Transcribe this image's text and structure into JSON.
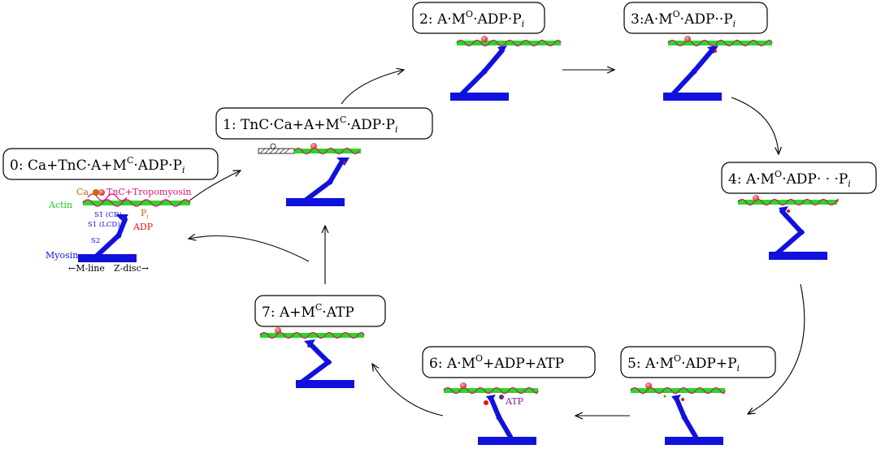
{
  "diagram": {
    "states": [
      {
        "id": "0",
        "label": "0: Ca+TnC·A+M^C·ADP·P_i"
      },
      {
        "id": "1",
        "label": "1: TnC·Ca+A+M^C·ADP·P_i"
      },
      {
        "id": "2",
        "label": "2: A·M^O·ADP·P_i"
      },
      {
        "id": "3",
        "label": "3:A·M^O·ADP··P_i"
      },
      {
        "id": "4",
        "label": "4: A·M^O·ADP· · ·P_i"
      },
      {
        "id": "5",
        "label": "5: A·M^O·ADP+P_i"
      },
      {
        "id": "6",
        "label": "6: A·M^O+ADP+ATP"
      },
      {
        "id": "7",
        "label": "7: A+M^C·ATP"
      }
    ],
    "annotations": {
      "ca": "Ca",
      "tnc_tropomyosin": "TnC+Tropomyosin",
      "actin": "Actin",
      "s1_cd": "S1 (CD)",
      "s1_lcd": "S1 (LCD)",
      "pi": "P",
      "pi_sub": "i",
      "adp": "ADP",
      "s2": "S2",
      "myosin": "Myosin",
      "mline": "←M-line",
      "zdisc": "Z-disc→",
      "atp": "ATP"
    },
    "colors": {
      "actin": "#22dd22",
      "tropomyosin": "#dd1177",
      "myosin": "#1111dd",
      "calcium": "#cc6600",
      "adp": "#ee1111",
      "atp": "#7a1f8a",
      "tnc": "#ee6666"
    }
  }
}
